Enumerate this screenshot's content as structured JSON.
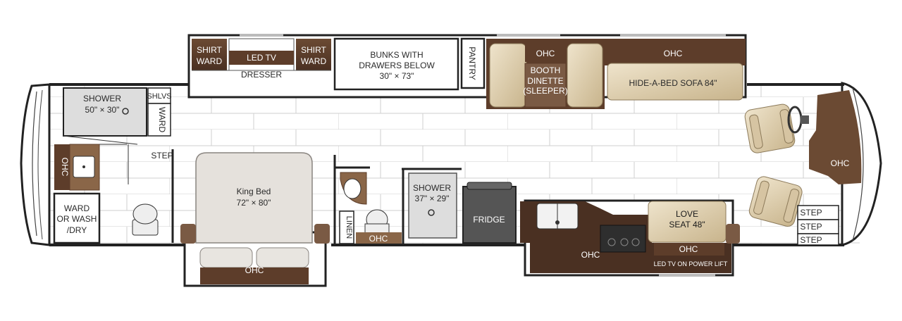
{
  "rooms": {
    "shirt_ward_left": [
      "SHIRT",
      "WARD"
    ],
    "led_tv": "LED TV",
    "dresser": "DRESSER",
    "shirt_ward_right": [
      "SHIRT",
      "WARD"
    ],
    "bunks": [
      "BUNKS WITH",
      "DRAWERS BELOW",
      "30\" × 73\""
    ],
    "pantry": "PANTRY",
    "booth_ohc": "OHC",
    "booth_dinette": [
      "BOOTH",
      "DINETTE",
      "(SLEEPER)"
    ],
    "sofa_ohc": "OHC",
    "sofa": "HIDE-A-BED SOFA 84\"",
    "shower_rear": [
      "SHOWER",
      "50\" × 30\""
    ],
    "shelves": "SHLVS",
    "ward_rear": "WARD",
    "ohc_bath": "OHC",
    "step_rear": "STEP",
    "king_bed": [
      "King Bed",
      "72\" × 80\""
    ],
    "ward_wash": [
      "WARD",
      "OR WASH",
      "/DRY"
    ],
    "ohc_bedroom": "OHC",
    "linen": "LINEN",
    "ohc_halfbath": "OHC",
    "shower_mid": [
      "SHOWER",
      "37\" × 29\""
    ],
    "fridge": "FRIDGE",
    "ohc_galley": "OHC",
    "love_seat": [
      "LOVE",
      "SEAT 48\""
    ],
    "ohc_loveseat": "OHC",
    "led_tv_lift": "LED TV ON POWER LIFT",
    "ohc_front": "OHC",
    "steps_front": [
      "STEP",
      "STEP",
      "STEP"
    ]
  }
}
